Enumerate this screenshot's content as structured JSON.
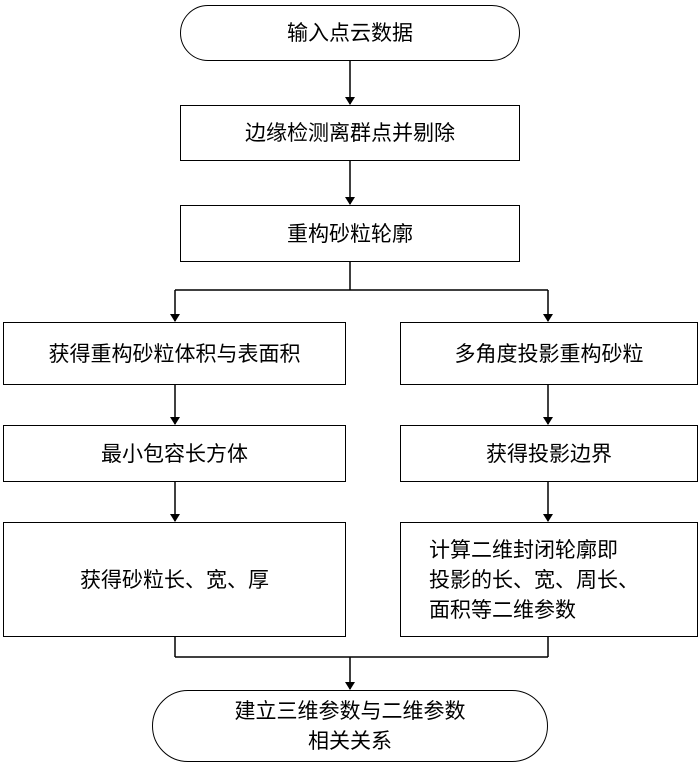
{
  "nodes": {
    "input": "输入点云数据",
    "outlier": "边缘检测离群点并剔除",
    "reconstruct": "重构砂粒轮廓",
    "volume": "获得重构砂粒体积与表面积",
    "projection": "多角度投影重构砂粒",
    "bounding_box": "最小包容长方体",
    "boundary": "获得投影边界",
    "dimensions": "获得砂粒长、宽、厚",
    "params2d": [
      "计算二维封闭轮廓即",
      "投影的长、宽、周长、",
      "面积等二维参数"
    ],
    "correlation": [
      "建立三维参数与二维参数",
      "相关关系"
    ]
  }
}
